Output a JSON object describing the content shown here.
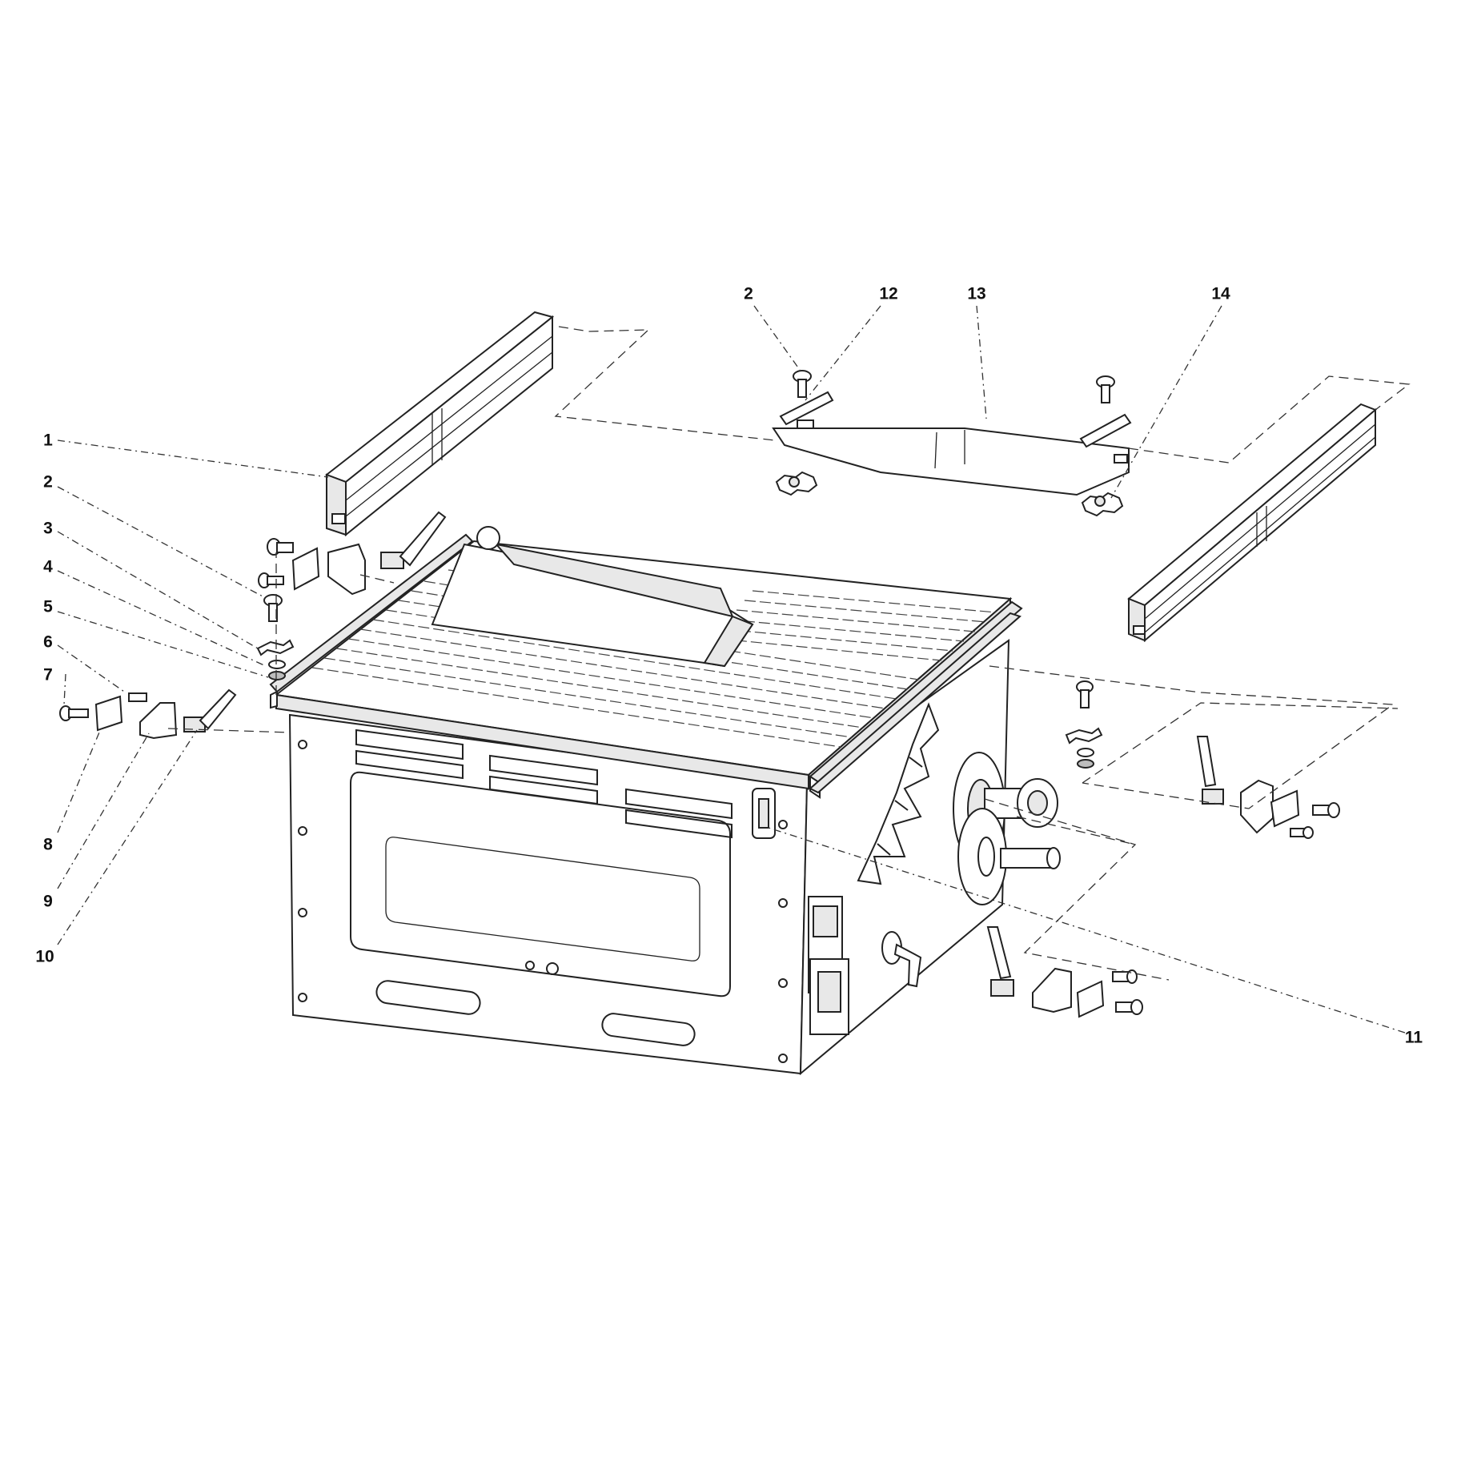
{
  "callouts": [
    {
      "id": "c1",
      "label": "1"
    },
    {
      "id": "c2a",
      "label": "2"
    },
    {
      "id": "c3",
      "label": "3"
    },
    {
      "id": "c4",
      "label": "4"
    },
    {
      "id": "c5",
      "label": "5"
    },
    {
      "id": "c6",
      "label": "6"
    },
    {
      "id": "c7",
      "label": "7"
    },
    {
      "id": "c8",
      "label": "8"
    },
    {
      "id": "c9",
      "label": "9"
    },
    {
      "id": "c10",
      "label": "10"
    },
    {
      "id": "c11",
      "label": "11"
    },
    {
      "id": "c2b",
      "label": "2"
    },
    {
      "id": "c12",
      "label": "12"
    },
    {
      "id": "c13",
      "label": "13"
    },
    {
      "id": "c14",
      "label": "14"
    }
  ]
}
